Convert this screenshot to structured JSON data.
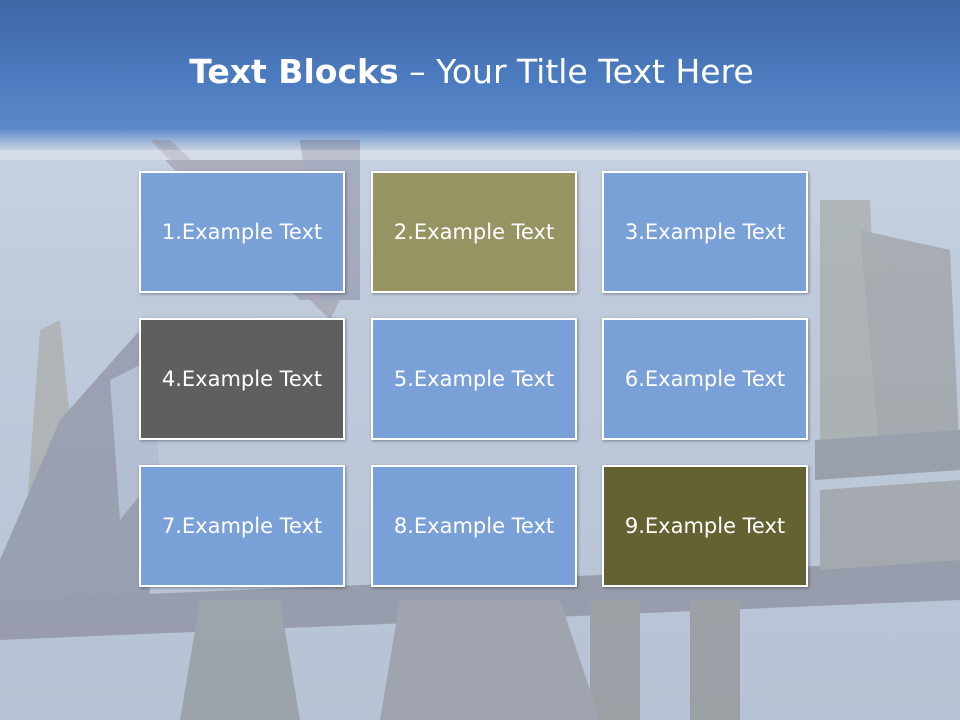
{
  "title": {
    "bold": "Text Blocks",
    "dash": " – ",
    "rest": "Your Title Text Here"
  },
  "blocks": [
    {
      "label": "1.Example Text",
      "color": "#7aa0d8"
    },
    {
      "label": "2.Example Text",
      "color": "#969463"
    },
    {
      "label": "3.Example Text",
      "color": "#7aa0d8"
    },
    {
      "label": "4.Example Text",
      "color": "#5f5f5f"
    },
    {
      "label": "5.Example Text",
      "color": "#7aa0d8"
    },
    {
      "label": "6.Example Text",
      "color": "#7aa0d8"
    },
    {
      "label": "7.Example Text",
      "color": "#7aa0d8"
    },
    {
      "label": "8.Example Text",
      "color": "#7aa0d8"
    },
    {
      "label": "9.Example Text",
      "color": "#646232"
    }
  ]
}
